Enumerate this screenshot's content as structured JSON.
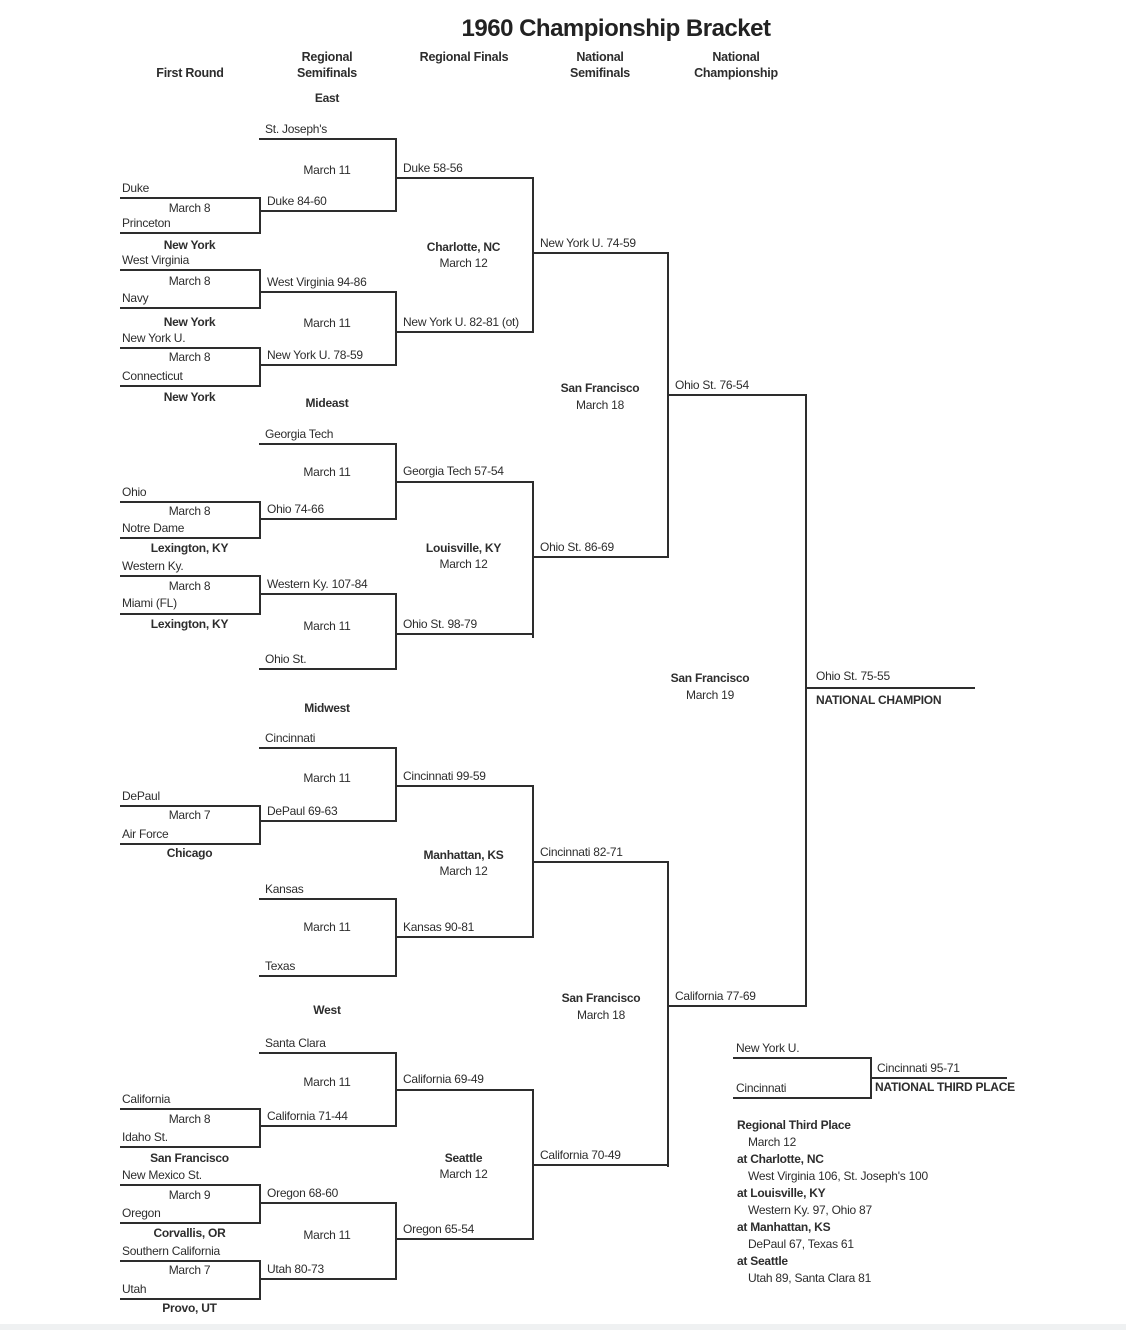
{
  "title": "1960 Championship Bracket",
  "columns": [
    "First Round",
    "Regional Semifinals",
    "Regional Finals",
    "National Semifinals",
    "National Championship"
  ],
  "east": {
    "label": "East",
    "bye1": "St. Joseph's",
    "fr1": {
      "top": "Duke",
      "date": "March 8",
      "bottom": "Princeton",
      "site": "New York",
      "winner": "Duke 84-60"
    },
    "sf1": {
      "date": "March 11",
      "winner": "Duke 58-56"
    },
    "fr2": {
      "top": "West Virginia",
      "date": "March 8",
      "bottom": "Navy",
      "site": "New York",
      "winner": "West Virginia 94-86"
    },
    "fr3": {
      "top": "New York U.",
      "date": "March 8",
      "bottom": "Connecticut",
      "site": "New York",
      "winner": "New York U. 78-59"
    },
    "sf2": {
      "date": "March 11",
      "winner": "New York U. 82-81 (ot)"
    },
    "final": {
      "site": "Charlotte, NC",
      "date": "March 12",
      "winner": "New York U. 74-59"
    }
  },
  "mideast": {
    "label": "Mideast",
    "bye1": "Georgia Tech",
    "fr1": {
      "top": "Ohio",
      "date": "March 8",
      "bottom": "Notre Dame",
      "site": "Lexington, KY",
      "winner": "Ohio 74-66"
    },
    "sf1": {
      "date": "March 11",
      "winner": "Georgia Tech 57-54"
    },
    "fr2": {
      "top": "Western Ky.",
      "date": "March 8",
      "bottom": "Miami (FL)",
      "site": "Lexington, KY",
      "winner": "Western Ky. 107-84"
    },
    "bye2": "Ohio St.",
    "sf2": {
      "date": "March 11",
      "winner": "Ohio St. 98-79"
    },
    "final": {
      "site": "Louisville, KY",
      "date": "March 12",
      "winner": "Ohio St. 86-69"
    }
  },
  "midwest": {
    "label": "Midwest",
    "bye1": "Cincinnati",
    "fr1": {
      "top": "DePaul",
      "date": "March 7",
      "bottom": "Air Force",
      "site": "Chicago",
      "winner": "DePaul 69-63"
    },
    "sf1": {
      "date": "March 11",
      "winner": "Cincinnati 99-59"
    },
    "sf2": {
      "top": "Kansas",
      "date": "March 11",
      "bottom": "Texas",
      "winner": "Kansas 90-81"
    },
    "final": {
      "site": "Manhattan, KS",
      "date": "March 12",
      "winner": "Cincinnati 82-71"
    }
  },
  "west": {
    "label": "West",
    "bye1": "Santa Clara",
    "fr1": {
      "top": "California",
      "date": "March 8",
      "bottom": "Idaho St.",
      "site": "San Francisco",
      "winner": "California 71-44"
    },
    "sf1": {
      "date": "March 11",
      "winner": "California 69-49"
    },
    "fr2": {
      "top": "New Mexico St.",
      "date": "March 9",
      "bottom": "Oregon",
      "site": "Corvallis, OR",
      "winner": "Oregon 68-60"
    },
    "fr3": {
      "top": "Southern California",
      "date": "March 7",
      "bottom": "Utah",
      "site": "Provo, UT",
      "winner": "Utah 80-73"
    },
    "sf2": {
      "date": "March 11",
      "winner": "Oregon 65-54"
    },
    "final": {
      "site": "Seattle",
      "date": "March 12",
      "winner": "California 70-49"
    }
  },
  "final_four": {
    "semi1": {
      "site": "San Francisco",
      "date": "March 18",
      "winner": "Ohio St. 76-54"
    },
    "semi2": {
      "site": "San Francisco",
      "date": "March 18",
      "winner": "California 77-69"
    },
    "championship": {
      "site": "San Francisco",
      "date": "March 19",
      "winner": "Ohio St. 75-55",
      "label": "NATIONAL CHAMPION"
    },
    "third_place": {
      "top": "New York U.",
      "bottom": "Cincinnati",
      "winner": "Cincinnati 95-71",
      "label": "NATIONAL THIRD PLACE"
    }
  },
  "regional_third_place": {
    "title": "Regional Third Place",
    "date": "March 12",
    "games": [
      {
        "site": "at Charlotte, NC",
        "result": "West Virginia 106, St. Joseph's 100"
      },
      {
        "site": "at Louisville, KY",
        "result": "Western Ky. 97, Ohio 87"
      },
      {
        "site": "at Manhattan, KS",
        "result": "DePaul 67, Texas 61"
      },
      {
        "site": "at Seattle",
        "result": "Utah 89, Santa Clara 81"
      }
    ]
  },
  "colors": {
    "text": "#2d2d2d",
    "line": "#2d2d2d",
    "background": "#ffffff"
  }
}
